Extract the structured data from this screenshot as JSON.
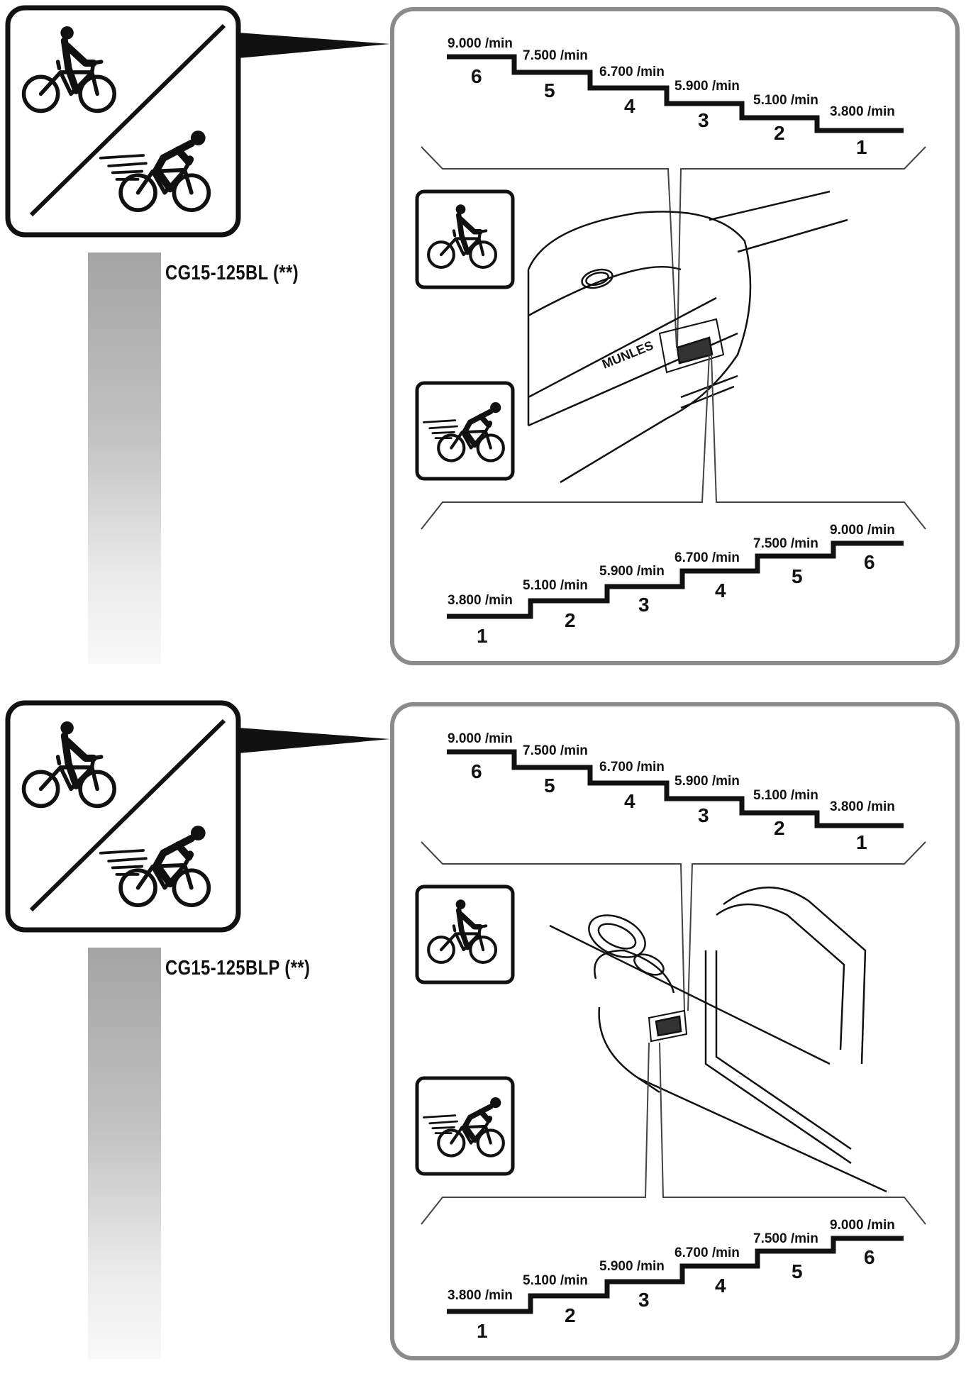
{
  "sections": [
    {
      "model": "CG15-125BL (**)",
      "top_scale": {
        "speeds": [
          "9.000 /min",
          "7.500 /min",
          "6.700 /min",
          "5.900 /min",
          "5.100 /min",
          "3.800 /min"
        ],
        "steps": [
          "6",
          "5",
          "4",
          "3",
          "2",
          "1"
        ]
      },
      "bottom_scale": {
        "speeds": [
          "3.800 /min",
          "5.100 /min",
          "5.900 /min",
          "6.700 /min",
          "7.500 /min",
          "9.000 /min"
        ],
        "steps": [
          "1",
          "2",
          "3",
          "4",
          "5",
          "6"
        ]
      },
      "tool_brand": "MUNLES"
    },
    {
      "model": "CG15-125BLP (**)",
      "top_scale": {
        "speeds": [
          "9.000 /min",
          "7.500 /min",
          "6.700 /min",
          "5.900 /min",
          "5.100 /min",
          "3.800 /min"
        ],
        "steps": [
          "6",
          "5",
          "4",
          "3",
          "2",
          "1"
        ]
      },
      "bottom_scale": {
        "speeds": [
          "3.800 /min",
          "5.100 /min",
          "5.900 /min",
          "6.700 /min",
          "7.500 /min",
          "9.000 /min"
        ],
        "steps": [
          "1",
          "2",
          "3",
          "4",
          "5",
          "6"
        ]
      }
    }
  ],
  "icons": {
    "slow": "slow-cyclist-icon",
    "fast": "fast-cyclist-icon"
  }
}
